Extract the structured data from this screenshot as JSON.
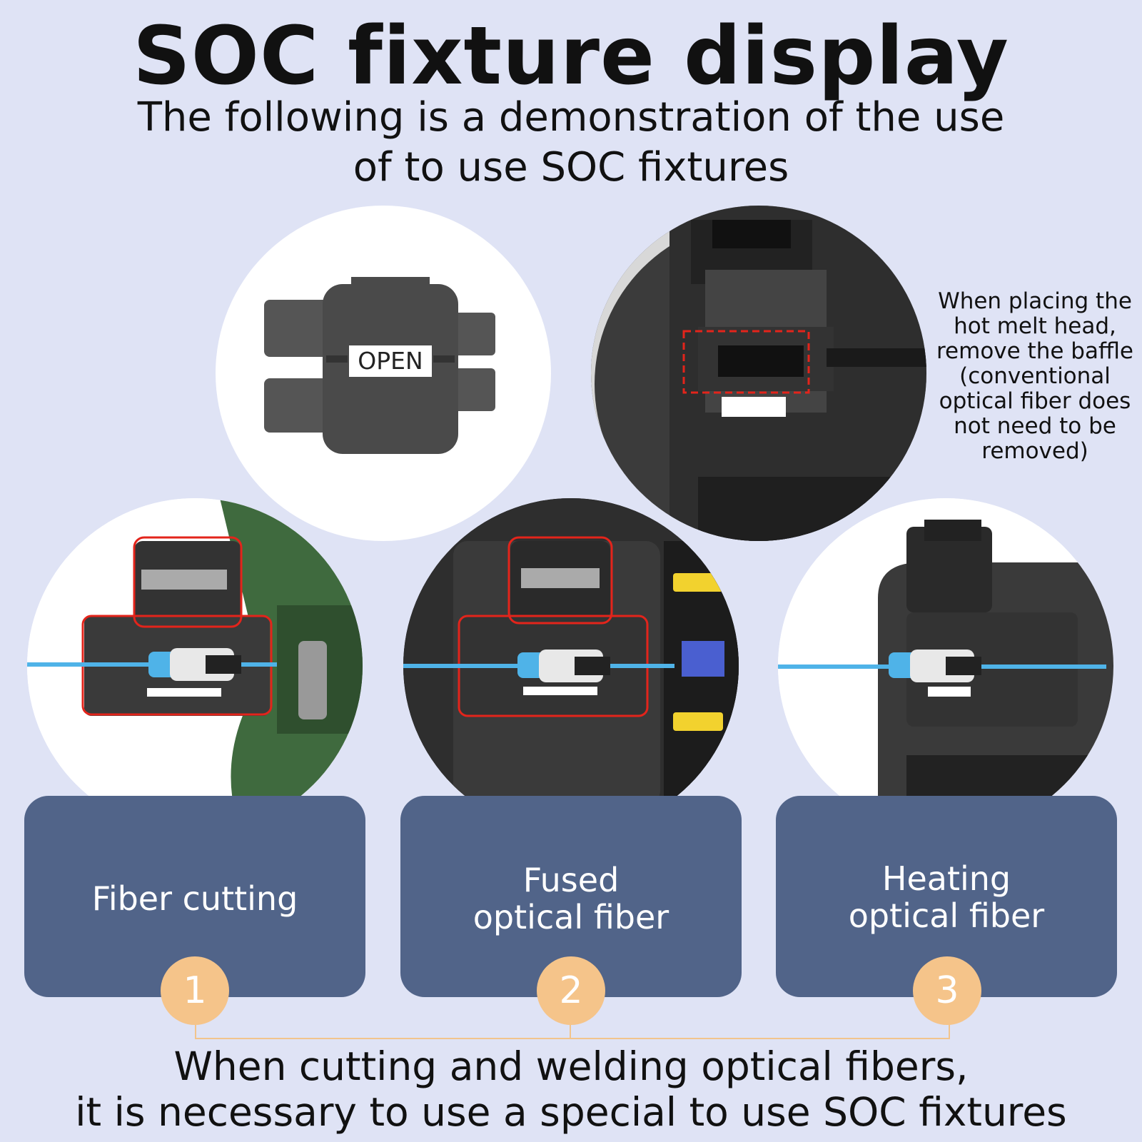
{
  "header": {
    "title": "SOC fixture display",
    "subtitle_line1": "The following is a demonstration of the use",
    "subtitle_line2": "of to use SOC fixtures"
  },
  "fixture_label": "OPEN",
  "side_note": {
    "lines": [
      "When placing the",
      "hot melt head,",
      "remove the baffle",
      "(conventional",
      "optical fiber does",
      "not need to be",
      "removed)"
    ]
  },
  "steps": [
    {
      "number": "1",
      "label_lines": [
        "Fiber cutting"
      ]
    },
    {
      "number": "2",
      "label_lines": [
        "Fused",
        "optical fiber"
      ]
    },
    {
      "number": "3",
      "label_lines": [
        "Heating",
        "optical fiber"
      ]
    }
  ],
  "footer": {
    "line1": "When cutting and welding optical fibers,",
    "line2": "it is necessary to use a special to use SOC fixtures"
  },
  "colors": {
    "background": "#dfe3f5",
    "card": "#516489",
    "badge": "#f5c48a",
    "highlight_red": "#e3241b",
    "fiber_blue": "#4fb3e8"
  }
}
